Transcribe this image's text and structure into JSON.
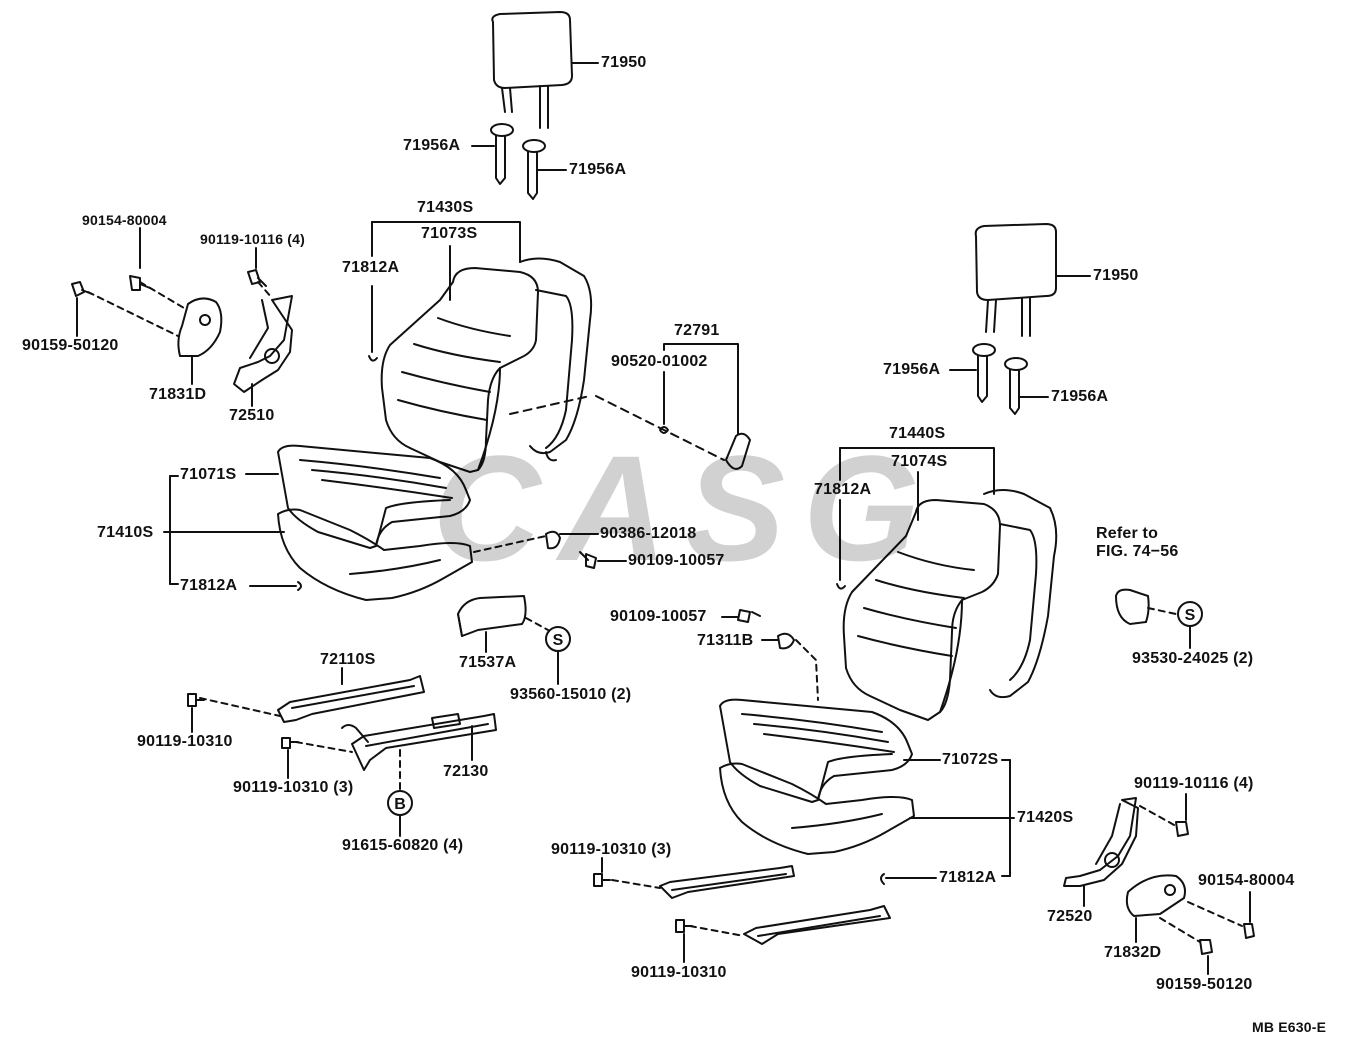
{
  "figure": {
    "code": "MB E630-E"
  },
  "watermark": {
    "text": "CASG"
  },
  "callouts": {
    "s1": "S",
    "s2": "S",
    "b1": "B"
  },
  "labels": {
    "hr_l": "71950",
    "guide_l1": "71956A",
    "guide_l2": "71956A",
    "back_l_assy": "71430S",
    "back_l_cover": "71073S",
    "hog_ring_l_back": "71812A",
    "screw_l1": "90154-80004",
    "bolt_l_recl": "90119-10116 (4)",
    "bolt_l_cover": "90159-50120",
    "recl_cover_l": "71831D",
    "recliner_l": "72510",
    "lever_group": "72791",
    "clip": "90520-01002",
    "cush_l_cover": "71071S",
    "cush_l_assy": "71410S",
    "hog_ring_l_cush": "71812A",
    "nut_l": "90386-12018",
    "bolt_l_mid": "90109-10057",
    "bolt_r_mid": "90109-10057",
    "knob_r": "71311B",
    "trim_l": "71537A",
    "screw_trim_l": "93560-15010 (2)",
    "adjuster_l_outer": "72110S",
    "bolt_adj_l1": "90119-10310",
    "bolt_adj_l2": "90119-10310 (3)",
    "adjuster_l_inner": "72130",
    "bolt_b": "91615-60820 (4)",
    "hr_r": "71950",
    "guide_r1": "71956A",
    "guide_r2": "71956A",
    "back_r_assy": "71440S",
    "back_r_cover": "71074S",
    "hog_ring_r_back": "71812A",
    "refer_line1": "Refer to",
    "refer_line2": "FIG. 74−56",
    "screw_r_switch": "93530-24025 (2)",
    "cush_r_cover": "71072S",
    "cush_r_assy": "71420S",
    "hog_ring_r_cush": "71812A",
    "bolt_rail_r1": "90119-10310 (3)",
    "bolt_rail_r2": "90119-10310",
    "bolt_r_recl": "90119-10116 (4)",
    "recliner_r": "72520",
    "screw_r1": "90154-80004",
    "recl_cover_r": "71832D",
    "bolt_r_cover": "90159-50120"
  }
}
